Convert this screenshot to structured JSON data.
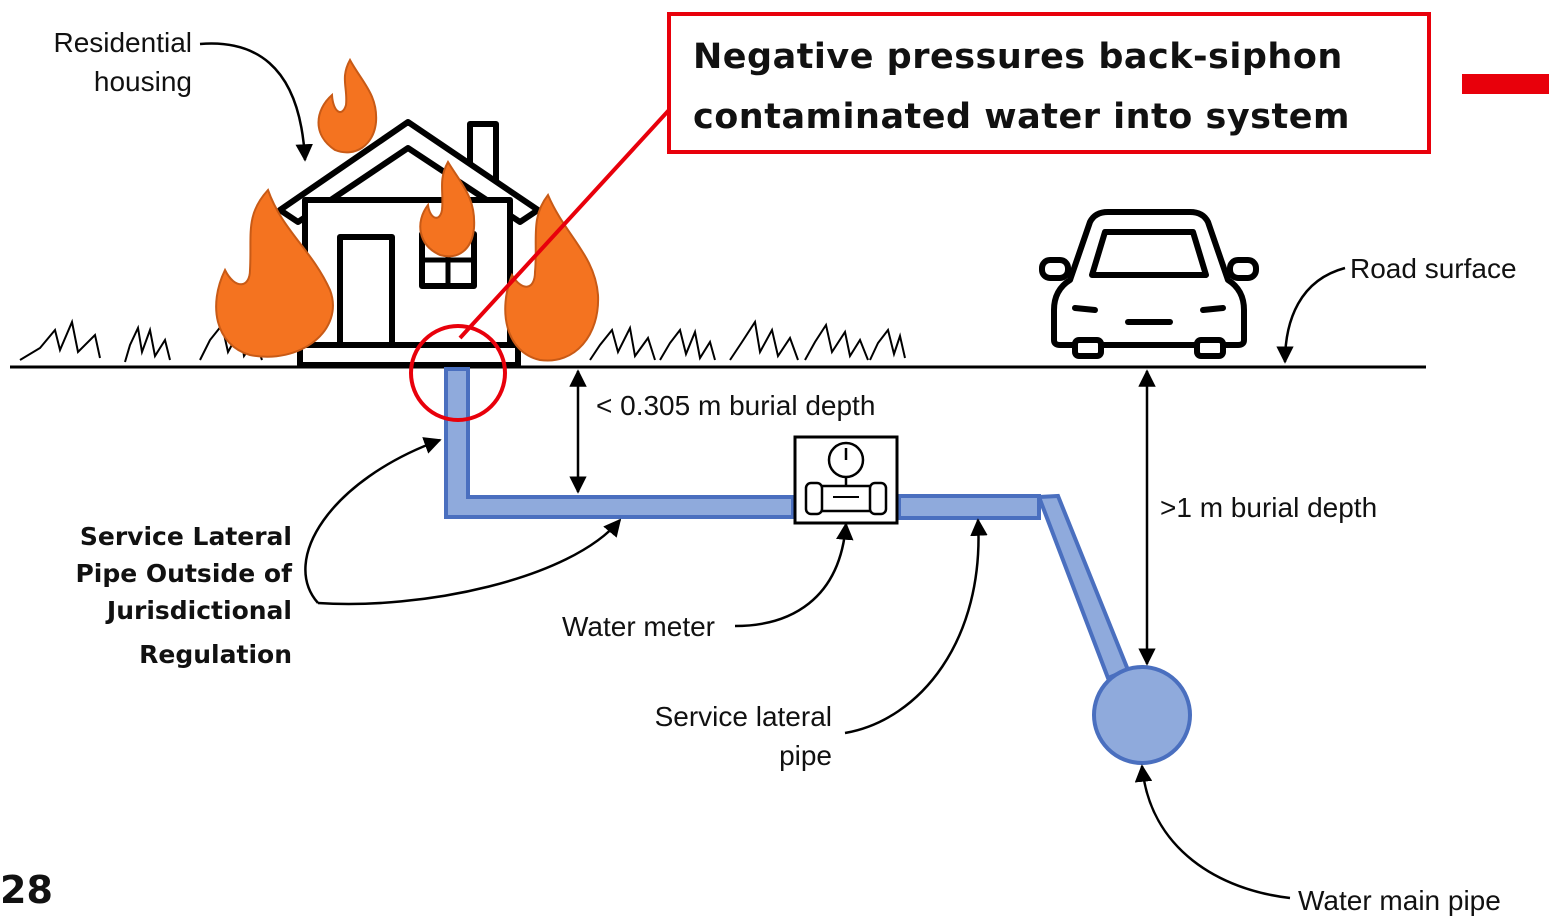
{
  "colors": {
    "highlight_red": "#e8000b",
    "pipe_fill": "#8faadc",
    "pipe_stroke": "#4a6fbf",
    "flame": "#f47320"
  },
  "icons": [
    "house-icon",
    "flame-icon",
    "car-icon",
    "water-meter-icon",
    "grass-icon"
  ],
  "callout": {
    "line1": "Negative pressures back-siphon",
    "line2": "contaminated water into system"
  },
  "labels": {
    "residential_line1": "Residential",
    "residential_line2": "housing",
    "road_surface": "Road surface",
    "shallow_depth": "< 0.305 m burial depth",
    "deep_depth": ">1 m burial depth",
    "water_meter": "Water meter",
    "service_lateral_line1": "Service lateral",
    "service_lateral_line2": "pipe",
    "water_main": "Water main pipe",
    "outside_line1": "Service Lateral",
    "outside_line2": "Pipe Outside of",
    "outside_line3": "Jurisdictional",
    "outside_line4": "Regulation"
  },
  "slide_number": "28"
}
